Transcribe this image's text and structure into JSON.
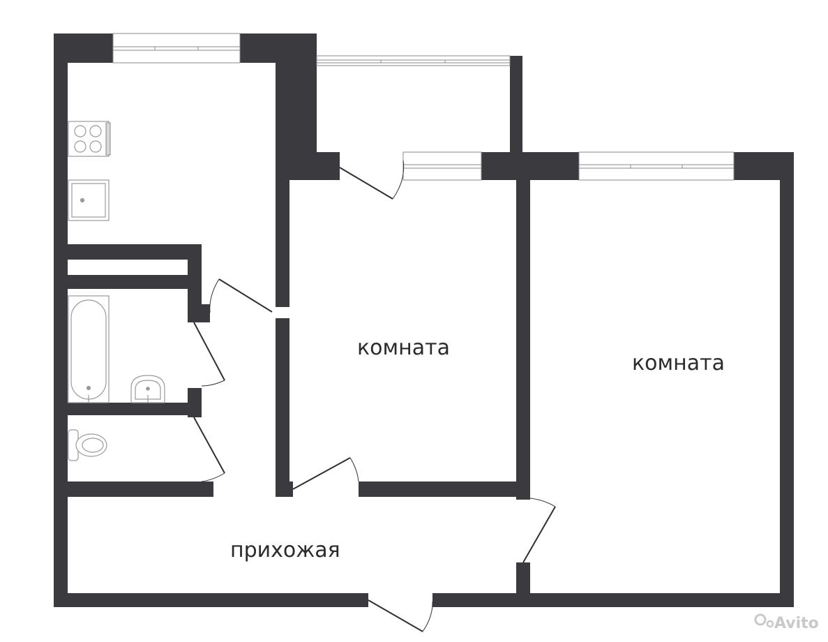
{
  "plan": {
    "colors": {
      "wall": "#3b3b3f",
      "background": "#ffffff",
      "fixture_stroke": "#9a9a9a",
      "door_stroke": "#2f2f33",
      "window_frame": "#8a8a8a",
      "watermark": "#c9c9c9"
    },
    "rooms": [
      {
        "id": "room-middle",
        "label": "комната"
      },
      {
        "id": "room-right",
        "label": "комната"
      },
      {
        "id": "hallway",
        "label": "прихожая"
      }
    ],
    "watermark": {
      "text": "Avito"
    }
  }
}
